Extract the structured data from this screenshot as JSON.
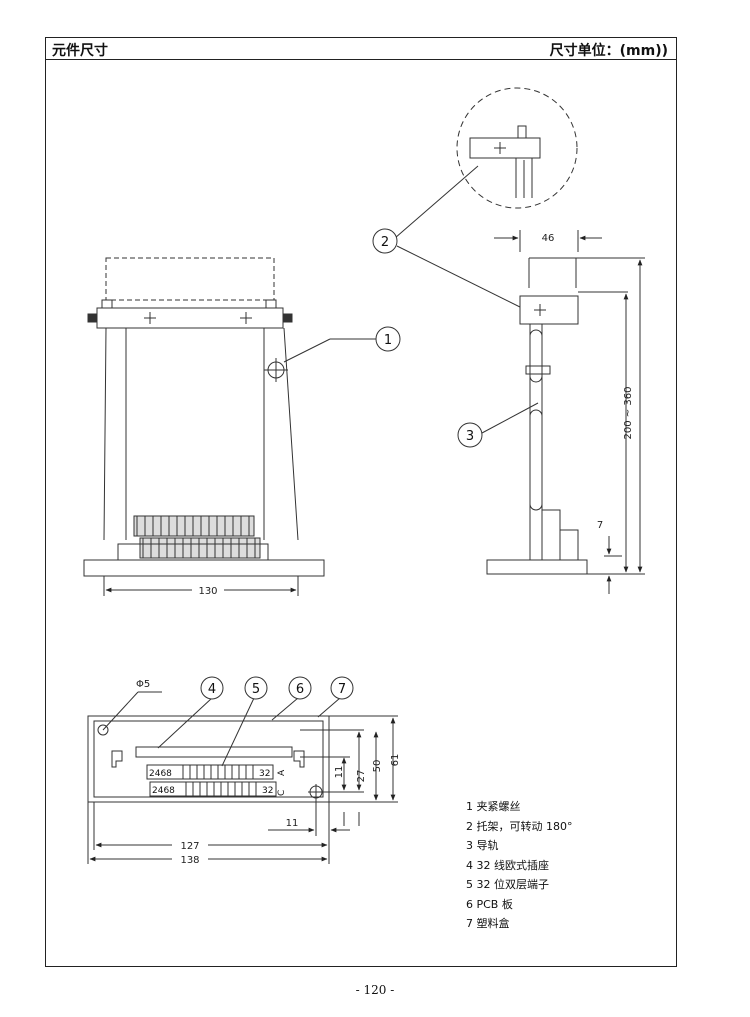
{
  "header": {
    "title": "元件尺寸",
    "unit": "尺寸单位：(mm))"
  },
  "dimensions": {
    "front_width": "130",
    "side_depth": "46",
    "side_height": "200 ~ 360",
    "side_base": "7",
    "hole_dia": "Φ5",
    "outer_width": "138",
    "inner_width": "127",
    "hole_offset": "11",
    "h_inner": "27",
    "h_mid": "50",
    "h_outer": "61",
    "small_v": "11"
  },
  "callouts": [
    "1",
    "2",
    "3",
    "4",
    "5",
    "6",
    "7"
  ],
  "terminal": {
    "row_a_start": "2468",
    "row_a_end": "32",
    "row_a_letter": "A",
    "row_c_start": "2468",
    "row_c_end": "32",
    "row_c_letter": "C"
  },
  "legend": [
    "1 夹紧螺丝",
    "2 托架，可转动 180°",
    "3 导轨",
    "4 32 线欧式插座",
    "5 32 位双层端子",
    "6 PCB 板",
    "7 塑料盒"
  ],
  "page_number": "- 120 -"
}
